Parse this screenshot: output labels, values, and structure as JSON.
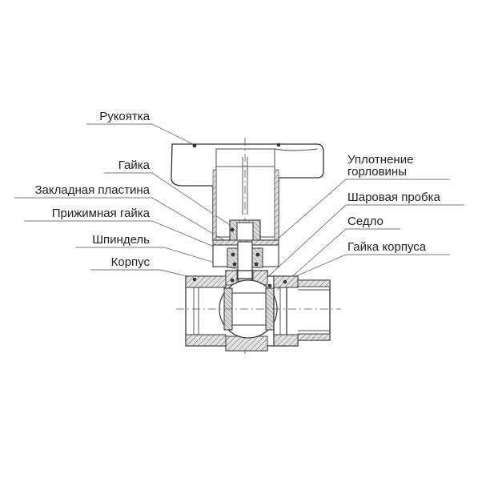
{
  "labels": {
    "handle": "Рукоятка",
    "nut": "Гайка",
    "insert_plate": "Закладная пластина",
    "clamp_nut": "Прижимная гайка",
    "spindle": "Шпиндель",
    "body": "Корпус",
    "neck_seal_line1": "Уплотнение",
    "neck_seal_line2": "горловины",
    "ball_plug": "Шаровая пробка",
    "seat": "Седло",
    "body_nut": "Гайка корпуса"
  },
  "colors": {
    "line": "#333333",
    "leader": "#777777",
    "text": "#222222",
    "hatch_fill": "#d9d9d9"
  }
}
